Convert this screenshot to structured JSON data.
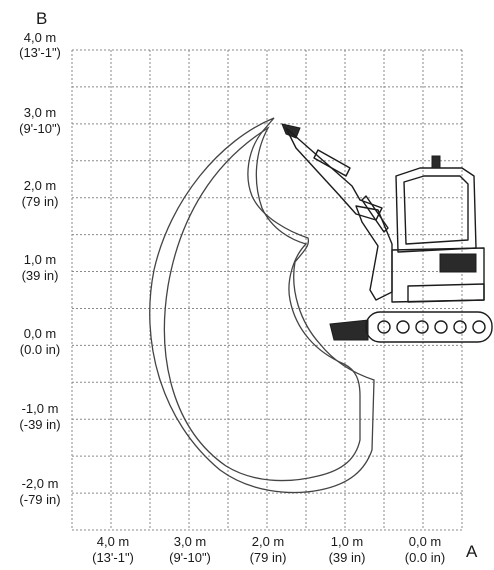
{
  "axis_labels": {
    "vertical": "B",
    "horizontal": "A"
  },
  "y_ticks": [
    {
      "metric": "4,0 m",
      "imperial": "(13'-1\")"
    },
    {
      "metric": "3,0 m",
      "imperial": "(9'-10\")"
    },
    {
      "metric": "2,0 m",
      "imperial": "(79 in)"
    },
    {
      "metric": "1,0 m",
      "imperial": "(39 in)"
    },
    {
      "metric": "0,0 m",
      "imperial": "(0.0 in)"
    },
    {
      "metric": "-1,0 m",
      "imperial": "(-39 in)"
    },
    {
      "metric": "-2,0 m",
      "imperial": "(-79 in)"
    }
  ],
  "x_ticks": [
    {
      "metric": "4,0 m",
      "imperial": "(13'-1\")"
    },
    {
      "metric": "3,0 m",
      "imperial": "(9'-10\")"
    },
    {
      "metric": "2,0 m",
      "imperial": "(79 in)"
    },
    {
      "metric": "1,0 m",
      "imperial": "(39 in)"
    },
    {
      "metric": "0,0 m",
      "imperial": "(0.0 in)"
    }
  ]
}
